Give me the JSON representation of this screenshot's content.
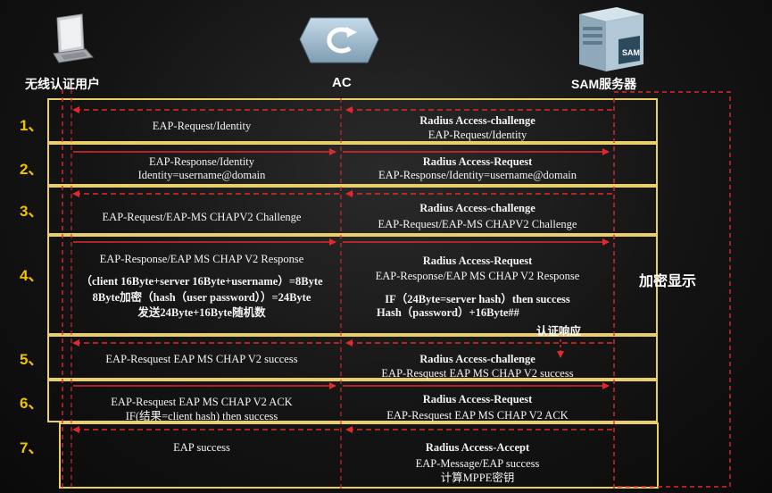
{
  "headers": {
    "user": "无线认证用户",
    "ac": "AC",
    "sam": "SAM服务器"
  },
  "sam_icon_text": "SAM",
  "side_label": "加密显示",
  "auth_response_label": "认证响应",
  "steps": [
    {
      "num": "1、",
      "left": [
        "EAP-Request/Identity"
      ],
      "right_title": "Radius Access-challenge",
      "right": [
        "EAP-Request/Identity"
      ]
    },
    {
      "num": "2、",
      "left": [
        "EAP-Response/Identity",
        "Identity=username@domain"
      ],
      "right_title": "Radius Access-Request",
      "right": [
        "EAP-Response/Identity=username@domain"
      ]
    },
    {
      "num": "3、",
      "left": [
        "EAP-Request/EAP-MS CHAPV2 Challenge"
      ],
      "right_title": "Radius Access-challenge",
      "right": [
        "EAP-Request/EAP-MS CHAPV2 Challenge"
      ]
    },
    {
      "num": "4、",
      "left": [
        "EAP-Response/EAP MS CHAP V2 Response"
      ],
      "left_bold": [
        "（client 16Byte+server 16Byte+username）=8Byte",
        "8Byte加密（hash（user password））=24Byte",
        "发送24Byte+16Byte随机数"
      ],
      "right_title": "Radius Access-Request",
      "right": [
        "EAP-Response/EAP MS CHAP V2 Response"
      ],
      "right_bold": [
        "IF（24Byte=server hash）then success",
        "Hash（password）+16Byte##"
      ]
    },
    {
      "num": "5、",
      "left": [
        "EAP-Resquest EAP MS CHAP V2  success"
      ],
      "right_title": "Radius Access-challenge",
      "right": [
        "EAP-Resquest EAP MS CHAP V2  success"
      ]
    },
    {
      "num": "6、",
      "left": [
        "EAP-Resquest EAP MS CHAP V2  ACK",
        "IF(结果=client hash) then success"
      ],
      "right_title": "Radius Access-Request",
      "right": [
        "EAP-Resquest EAP MS CHAP V2  ACK"
      ]
    },
    {
      "num": "7、",
      "left": [
        "EAP success"
      ],
      "right_title": "Radius Access-Accept",
      "right": [
        "EAP-Message/EAP success",
        "计算MPPE密钥"
      ]
    }
  ],
  "colors": {
    "frame": "#e8cf6a",
    "arrow": "#e0282d",
    "number": "#f2c200"
  }
}
